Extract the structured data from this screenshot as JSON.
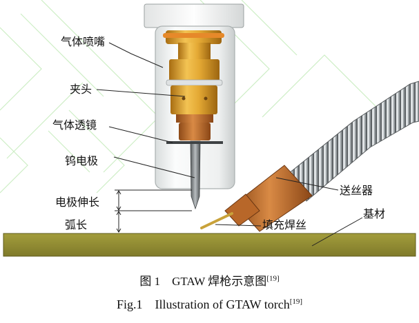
{
  "labels": {
    "nozzle": "气体喷嘴",
    "collet": "夹头",
    "gas_lens": "气体透镜",
    "electrode": "钨电极",
    "extension": "电极伸长",
    "arc_length": "弧长",
    "wire_feeder": "送丝器",
    "substrate": "基材",
    "filler_wire": "填充焊丝"
  },
  "caption_cn": {
    "number": "图 1",
    "text": "GTAW 焊枪示意图",
    "ref": "[19]"
  },
  "caption_en": {
    "number": "Fig.1",
    "text": "Illustration of GTAW torch",
    "ref": "[19]"
  },
  "colors": {
    "substrate": "#8f8a32",
    "torch_gold": "#e0a52f",
    "copper": "#c0712e",
    "nozzle_glass": "#f4f6f6",
    "hose": "#8f9598",
    "watermark": "#bfe8b4"
  }
}
